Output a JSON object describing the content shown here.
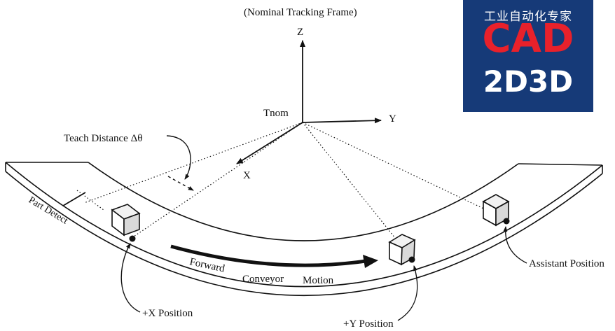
{
  "caption": "(Nominal Tracking Frame)",
  "axes": {
    "z": "Z",
    "y": "Y",
    "x": "X",
    "origin": "Tnom"
  },
  "labels": {
    "teach_distance": "Teach Distance Δθ",
    "part_detect": "Part Detect",
    "forward": "Forward",
    "conveyor": "Conveyor",
    "motion": "Motion",
    "x_position": "+X Position",
    "y_position": "+Y Position",
    "assistant_position": "Assistant Position"
  },
  "watermark": {
    "top": "工业自动化专家",
    "middle": "CAD",
    "bottom": "2D3D"
  },
  "colors": {
    "ink": "#111111",
    "watermark_bg": "#163a78",
    "watermark_red": "#e8212b"
  }
}
